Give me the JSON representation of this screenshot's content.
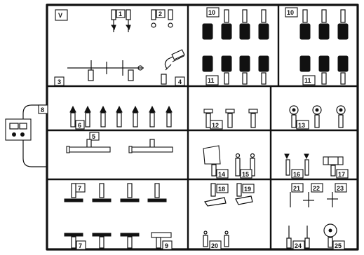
{
  "sprue": {
    "letter": "V",
    "labels": {
      "p1": "1",
      "p2": "2",
      "p3": "3",
      "p4": "4",
      "p5": "5",
      "p6": "6",
      "p7a": "7",
      "p7b": "7",
      "p8": "8",
      "p9": "9",
      "p10a": "10",
      "p10b": "10",
      "p11a": "11",
      "p11b": "11",
      "p12": "12",
      "p13": "13",
      "p14": "14",
      "p15": "15",
      "p16": "16",
      "p17": "17",
      "p18": "18",
      "p19": "19",
      "p20": "20",
      "p21": "21",
      "p22": "22",
      "p23": "23",
      "p24": "24",
      "p25": "25"
    }
  }
}
